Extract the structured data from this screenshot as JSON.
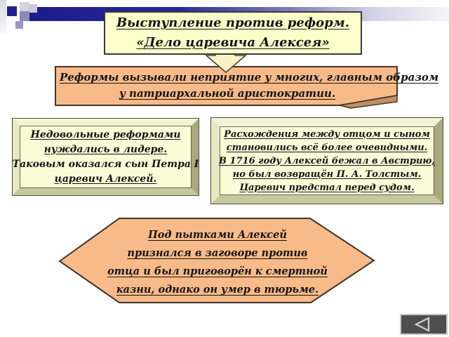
{
  "slide_title": {
    "line1": "Выступление против реформ.",
    "line2": "«Дело царевича Алексея»"
  },
  "intro_box": {
    "line1": "Реформы вызывали неприятие у многих, главным образом",
    "line2": "у патриархальной аристократии."
  },
  "leader_box": {
    "lines": [
      "Недовольные реформами",
      "нуждались в лидере.",
      "Таковым оказался сын Петра I",
      "царевич Алексей."
    ]
  },
  "conflict_box": {
    "lines": [
      "Расхождения между отцом и сыном",
      "становились всё более очевидными.",
      "В 1716 году Алексей бежал в Австрию,",
      "но был возвращён П. А. Толстым.",
      "Царевич предстал перед судом."
    ]
  },
  "verdict_hexagon": {
    "lines": [
      "Под пытками Алексей",
      "признался в заговоре против",
      "отца и был приговорён к смертной",
      "казни, однако он умер в тюрьме."
    ]
  },
  "navigation": {
    "back_icon": "left-triangle"
  },
  "colors": {
    "accent_peach": "#f8ba88",
    "fold_flap_tan": "#c08f60",
    "accent_cream": "#ffffcc",
    "bevel_panel": "#fbfbd8",
    "top_bar_navy": "#1c1c88",
    "button_gray": "#4e4e4e",
    "text": "#141414"
  }
}
